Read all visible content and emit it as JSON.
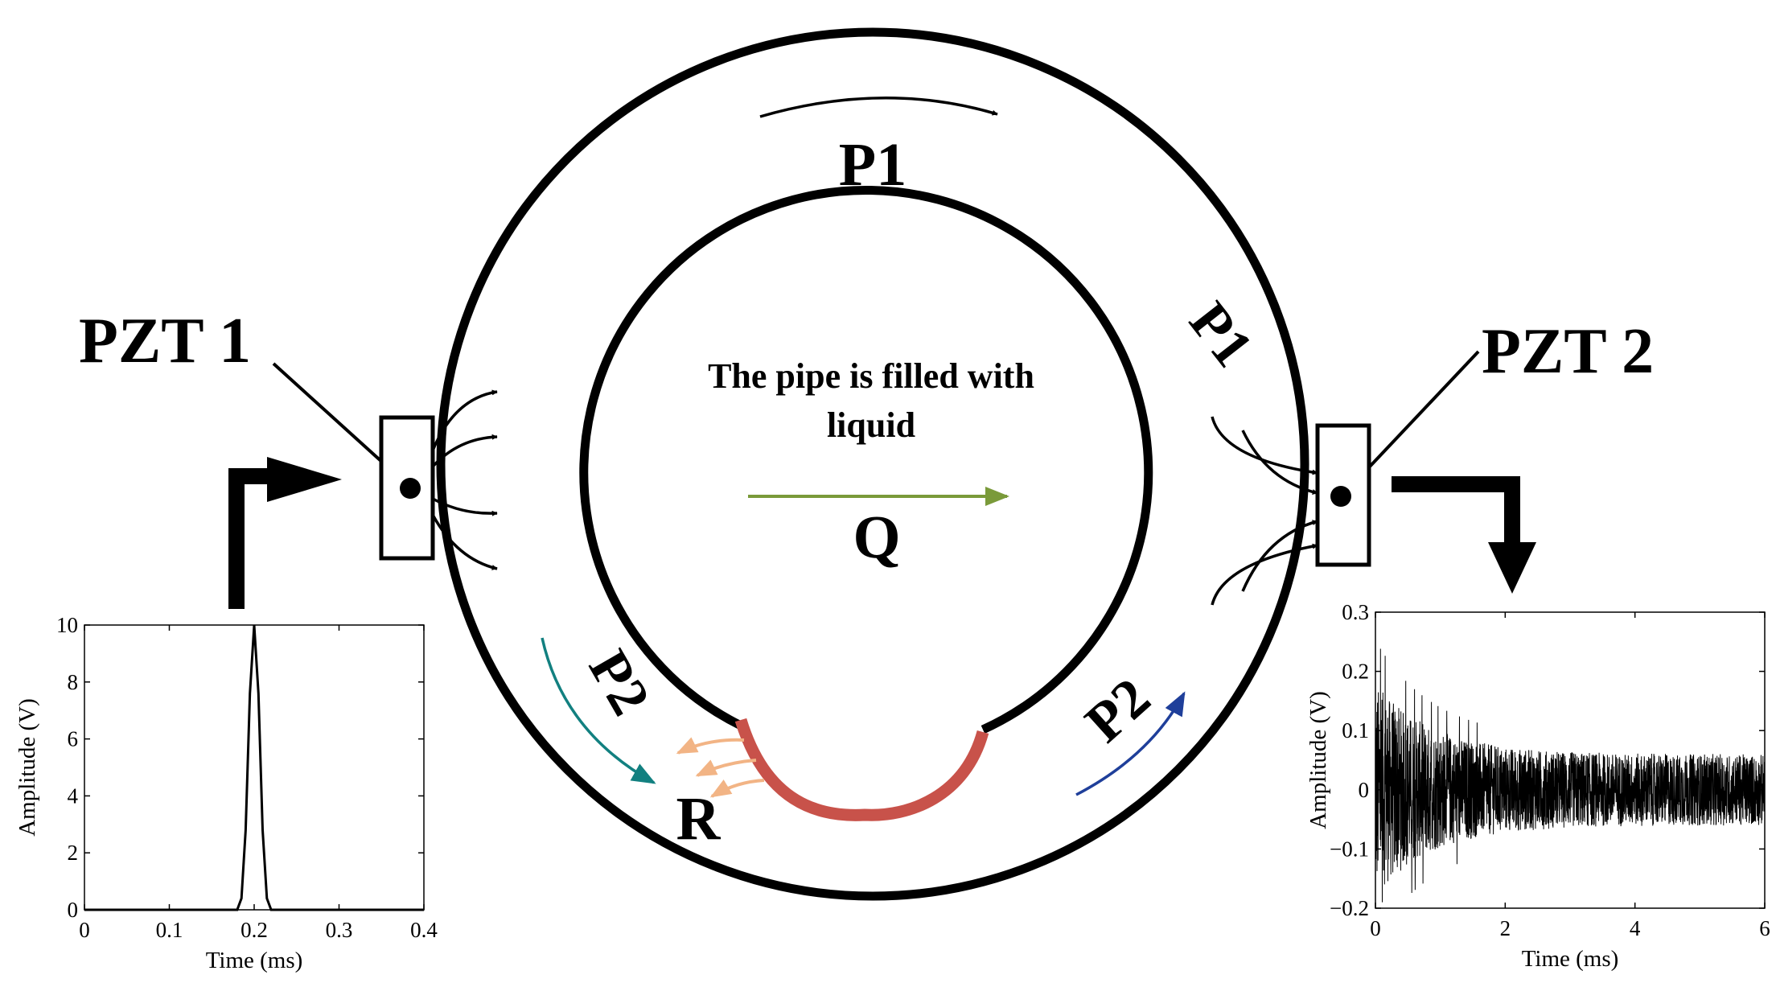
{
  "labels": {
    "pzt1": "PZT 1",
    "pzt2": "PZT 2",
    "p1_top": "P1",
    "p1_right": "P1",
    "p2_left": "P2",
    "p2_right": "P2",
    "r": "R",
    "q": "Q",
    "pipe_text_line1": "The pipe is filled with",
    "pipe_text_line2": "liquid"
  },
  "colors": {
    "flow_arrow": "#7a9a3a",
    "p2_left_arrow": "#128080",
    "p2_right_arrow": "#1f3f9a",
    "defect": "#c8524a",
    "reflection": "#f2b485"
  },
  "chart_data": [
    {
      "type": "line",
      "xlabel": "Time (ms)",
      "ylabel": "Amplitude (V)",
      "xlim": [
        0,
        0.4
      ],
      "ylim": [
        0,
        10
      ],
      "xticks": [
        "0",
        "0.1",
        "0.2",
        "0.3",
        "0.4"
      ],
      "yticks": [
        "0",
        "2",
        "4",
        "6",
        "8",
        "10"
      ],
      "series": [
        {
          "x": [
            0,
            0.18,
            0.185,
            0.19,
            0.195,
            0.2,
            0.205,
            0.21,
            0.215,
            0.22,
            0.4
          ],
          "y": [
            0,
            0,
            0.4,
            2.8,
            7.6,
            10,
            7.6,
            2.8,
            0.4,
            0,
            0
          ]
        }
      ]
    },
    {
      "type": "line",
      "xlabel": "Time (ms)",
      "ylabel": "Amplitude (V)",
      "xlim": [
        0,
        6
      ],
      "ylim": [
        -0.2,
        0.3
      ],
      "xticks": [
        "0",
        "2",
        "4",
        "6"
      ],
      "yticks": [
        "−0.2",
        "−0.1",
        "0",
        "0.1",
        "0.2",
        "0.3"
      ],
      "signal_description_values": {
        "peak_max": 0.26,
        "peak_min": -0.19,
        "decay_envelope_start": 0.18,
        "decay_envelope_end": 0.06
      }
    }
  ]
}
